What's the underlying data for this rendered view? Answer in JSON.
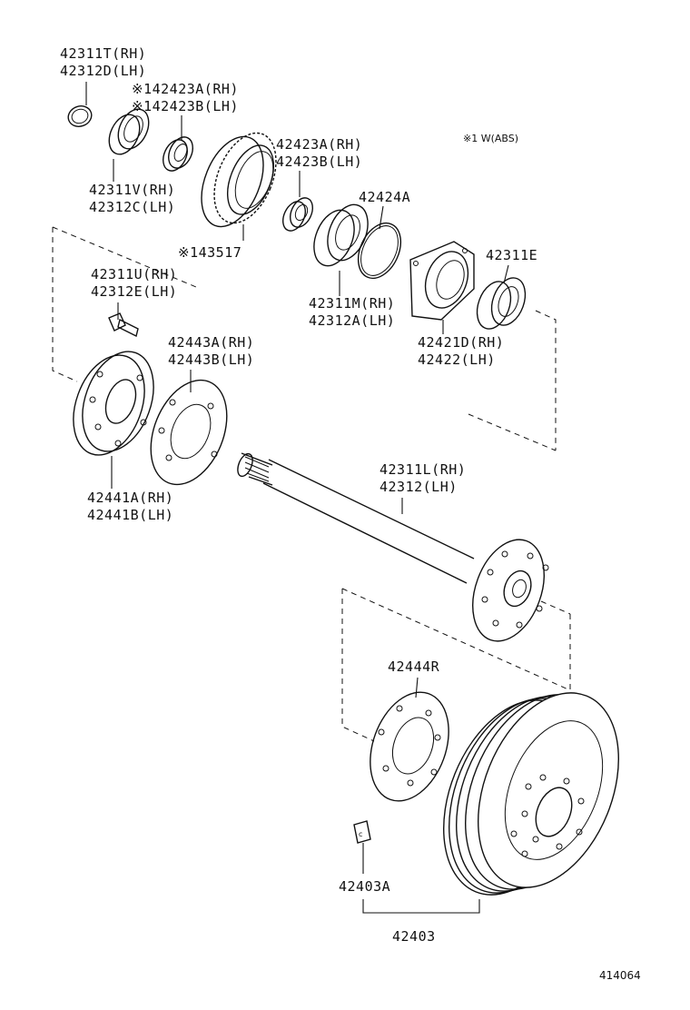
{
  "abs_note": "※1 W(ABS)",
  "diagram_id": "414064",
  "callouts": {
    "snap_ring": [
      "42311T(RH)",
      "42312D(LH)"
    ],
    "abs_bearing": [
      "※142423A(RH)",
      "※142423B(LH)"
    ],
    "oil_seal": [
      "42311V(RH)",
      "42312C(LH)"
    ],
    "rotor": [
      "※143517"
    ],
    "bearing": [
      "42423A(RH)",
      "42423B(LH)"
    ],
    "o_ring": [
      "42424A"
    ],
    "retainer": [
      "42311M(RH)",
      "42312A(LH)"
    ],
    "outer_seal": [
      "42311E"
    ],
    "hub_bolt": [
      "42311U(RH)",
      "42312E(LH)"
    ],
    "gasket_plate": [
      "42443A(RH)",
      "42443B(LH)"
    ],
    "bearing_case": [
      "42421D(RH)",
      "42422(LH)"
    ],
    "backing_plate": [
      "42441A(RH)",
      "42441B(LH)"
    ],
    "axle_shaft": [
      "42311L(RH)",
      "42312(LH)"
    ],
    "hub_gasket": [
      "42444R"
    ],
    "drum_plug": [
      "42403A"
    ],
    "brake_drum": [
      "42403"
    ]
  }
}
